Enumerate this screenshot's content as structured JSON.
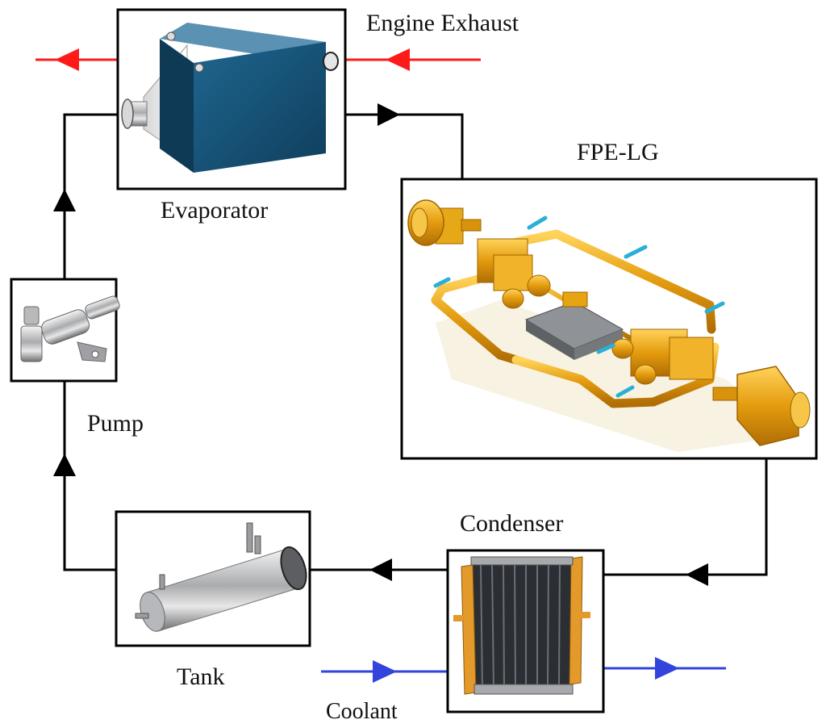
{
  "labels": {
    "engine_exhaust": "Engine Exhaust",
    "evaporator": "Evaporator",
    "fpe_lg": "FPE-LG",
    "pump": "Pump",
    "tank": "Tank",
    "condenser": "Condenser",
    "coolant": "Coolant"
  },
  "colors": {
    "loop_line": "#000000",
    "exhaust_line": "#ff1a1a",
    "coolant_line": "#3344dd",
    "evaporator_body": "#134f74",
    "fpe_gold": "#e7a412",
    "condenser_core": "#2b2e33",
    "condenser_frame": "#e39a2a"
  }
}
